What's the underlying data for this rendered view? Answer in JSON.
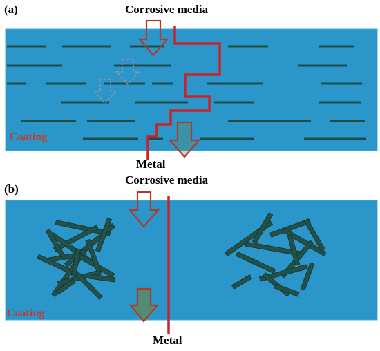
{
  "panels": [
    {
      "label": "(a)",
      "top_text": "Corrosive media",
      "bottom_text": "Metal",
      "coating_text": "Coating"
    },
    {
      "label": "(b)",
      "top_text": "Corrosive media",
      "bottom_text": "Metal",
      "coating_text": "Coating"
    }
  ],
  "colors": {
    "coating_fill": "#2b96c9",
    "coating_edge": "#3fb0da",
    "flake": "#1f4d46",
    "flake_b": "#24504a",
    "path_red": "#c8232b",
    "arrow_outline_red": "#b23a2a",
    "arrow_fill_green": "#5a8b63",
    "text_black": "#000000",
    "coating_label": "#c43c2a"
  }
}
